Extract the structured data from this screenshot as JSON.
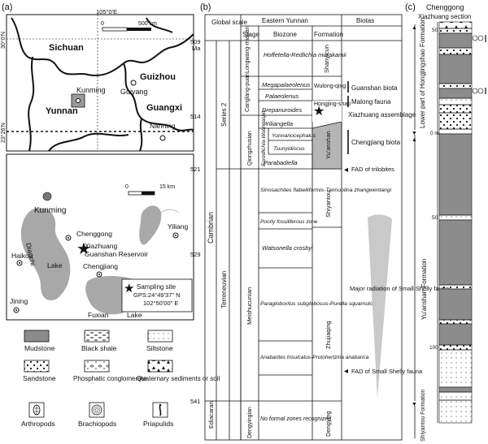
{
  "panel_a": {
    "label": "(a)",
    "map1": {
      "lon_label": "105°0'E",
      "lat_top": "30°0'N",
      "lat_tropic": "23°26'N",
      "scale_left": "0",
      "scale_right": "500 km",
      "regions": [
        "Sichuan",
        "Guizhou",
        "Guangxi",
        "Yunnan"
      ],
      "cities": [
        "Kunming",
        "Guiyang",
        "Nanning"
      ]
    },
    "map2": {
      "scale_left": "0",
      "scale_right": "15 km",
      "places": [
        "Kunming",
        "Chenggong",
        "Xiazhuang",
        "Guanshan Reservoir",
        "Haikou",
        "Dianchi",
        "Lake",
        "Yiliang",
        "Chengjiang",
        "Jining",
        "Fuxian",
        "Lake"
      ],
      "site_title": "Sampling site",
      "site_gps": "GPS:24°49'37\" N",
      "site_lon": "102°50'00\" E"
    },
    "legend": [
      {
        "label": "Mudstone"
      },
      {
        "label": "Black shale"
      },
      {
        "label": "Siltstone"
      },
      {
        "label": "Sandstone"
      },
      {
        "label": "Phosphatic conglomerate"
      },
      {
        "label": "Quaternary sediments or soil"
      },
      {
        "label": "Arthropods"
      },
      {
        "label": "Brachiopods"
      },
      {
        "label": "Priapulids"
      }
    ]
  },
  "panel_b": {
    "label": "(b)",
    "headers": {
      "global": "Global scale",
      "eastern": "Eastern Yunnan",
      "biotas": "Biotas",
      "stage": "Stage",
      "biozone": "Biozone",
      "formation": "Formation"
    },
    "ages": [
      "509",
      "Ma",
      "514",
      "521",
      "529",
      "541"
    ],
    "system": "Cambrian",
    "series": [
      "Series 2",
      "Terreneuvian",
      "Ediacaran"
    ],
    "stages": [
      "Longwang-miaoan",
      "Canglang-puan",
      "Qiongzhusian",
      "Meishucunian",
      "Dengyingian"
    ],
    "biozones": [
      {
        "text": "Hoffetella-Redlichia murakamii"
      },
      {
        "text": "Megapalaeolenus"
      },
      {
        "text": "Palaeolenus"
      },
      {
        "text": "Drepanuroides"
      },
      {
        "text": "Yiliangella"
      },
      {
        "text": "Eoredlichia-Wutingaspis"
      },
      {
        "text": "Yunnanocephalus"
      },
      {
        "text": "Tsunyidiscus"
      },
      {
        "text": "Parabadiella"
      },
      {
        "text": "Sinosachites flabelliformis-Tannuolina zhangwentangi"
      },
      {
        "text": "Poorly fossiliferous zone"
      },
      {
        "text": "Watsonella crosbyi"
      },
      {
        "text": "Paragloborilus subglobosus-Purella squamulosa"
      },
      {
        "text": "Anabarites trisulcatus-Protohertzina anabarica"
      },
      {
        "text": "No formal zones recognized"
      }
    ],
    "formations": [
      "Shanyicun",
      "Wulong-qing",
      "Hongjing-shao",
      "Yu'anshan",
      "Shiyantou",
      "Zhujiaqing",
      "Dengying"
    ],
    "biotas": [
      {
        "text": "Guanshan biota"
      },
      {
        "text": "Malong fauna"
      },
      {
        "text": "Xiazhuang assemblage"
      },
      {
        "text": "Chengjiang biota"
      },
      {
        "text": "FAD of trilobites"
      },
      {
        "text": "Major radiation of Small Shelly fauna"
      },
      {
        "text": "FAD of Small Shelly fauna"
      }
    ]
  },
  "panel_c": {
    "label": "(c)",
    "title": "Chenggong",
    "section": "Xiazhuang section",
    "tick_labels": [
      "50",
      "0 m",
      "50",
      "100"
    ],
    "formations": [
      "Lower part of Hongjingshao Formation",
      "Yu'anshan Formation",
      "Shiyantou Formation"
    ]
  },
  "colors": {
    "mudstone": "#8c8c8c",
    "shade": "#b5b5b5",
    "line": "#111111"
  }
}
